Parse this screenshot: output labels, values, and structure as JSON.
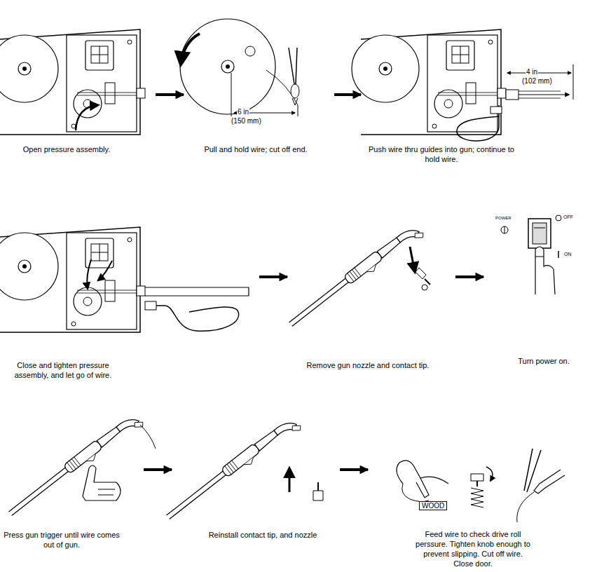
{
  "diagram": {
    "nodes": [
      {
        "text": [
          "Open pressure assembly."
        ]
      },
      {
        "text": [
          "Pull and hold wire; cut off end."
        ]
      },
      {
        "text": [
          "Push wire thru guides into gun; continue to hold wire."
        ]
      },
      {
        "text": [
          "Close and tighten pressure assembly, and let go of wire."
        ]
      },
      {
        "text": [
          "Remove gun nozzle and contact tip."
        ]
      },
      {
        "text": [
          "Turn power on."
        ]
      },
      {
        "text": [
          "Press gun trigger until wire comes out of gun."
        ]
      },
      {
        "text": [
          "Reinstall contact tip, and nozzle"
        ]
      },
      {
        "text": [
          "Feed wire to check drive roll perssure. Tighten knob enough to prevent slipping. Cut off wire. Close door."
        ]
      }
    ],
    "edges": [
      {
        "from": 0,
        "to": 1,
        "arrow": "to"
      },
      {
        "from": 1,
        "to": 2,
        "arrow": "to"
      },
      {
        "from": 3,
        "to": 4,
        "arrow": "to"
      },
      {
        "from": 4,
        "to": 5,
        "arrow": "to"
      },
      {
        "from": 6,
        "to": 7,
        "arrow": "to"
      },
      {
        "from": 7,
        "to": 8,
        "arrow": "to"
      }
    ],
    "labels": [
      "6 in",
      "(150 mm)",
      "4 in",
      "(102 mm)",
      "POWER",
      "OFF",
      "ON",
      "WOOD"
    ]
  }
}
